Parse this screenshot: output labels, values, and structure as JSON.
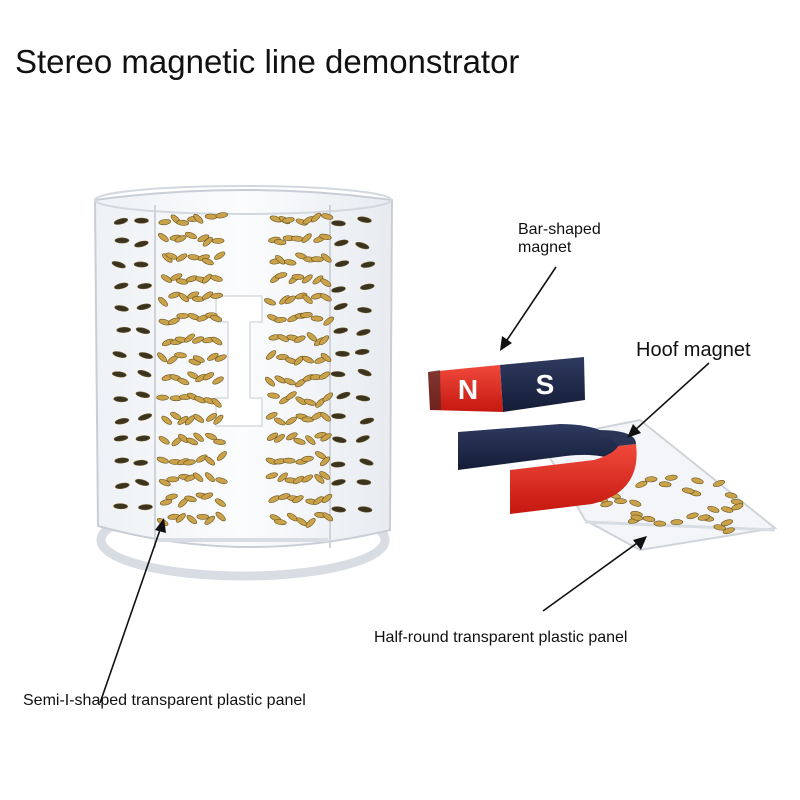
{
  "title": "Stereo magnetic line demonstrator",
  "labels": {
    "bar_magnet_line1": "Bar-shaped",
    "bar_magnet_line2": "magnet",
    "hoof_magnet": "Hoof magnet",
    "half_round_panel": "Half-round transparent plastic panel",
    "semi_i_panel": "Semi-I-shaped transparent plastic panel"
  },
  "magnet_poles": {
    "north": "N",
    "south": "S"
  },
  "colors": {
    "north_red": "#e0231c",
    "south_navy": "#1c2748",
    "filing_gold": "#c9a24a",
    "acrylic_edge": "#c9ced6"
  }
}
